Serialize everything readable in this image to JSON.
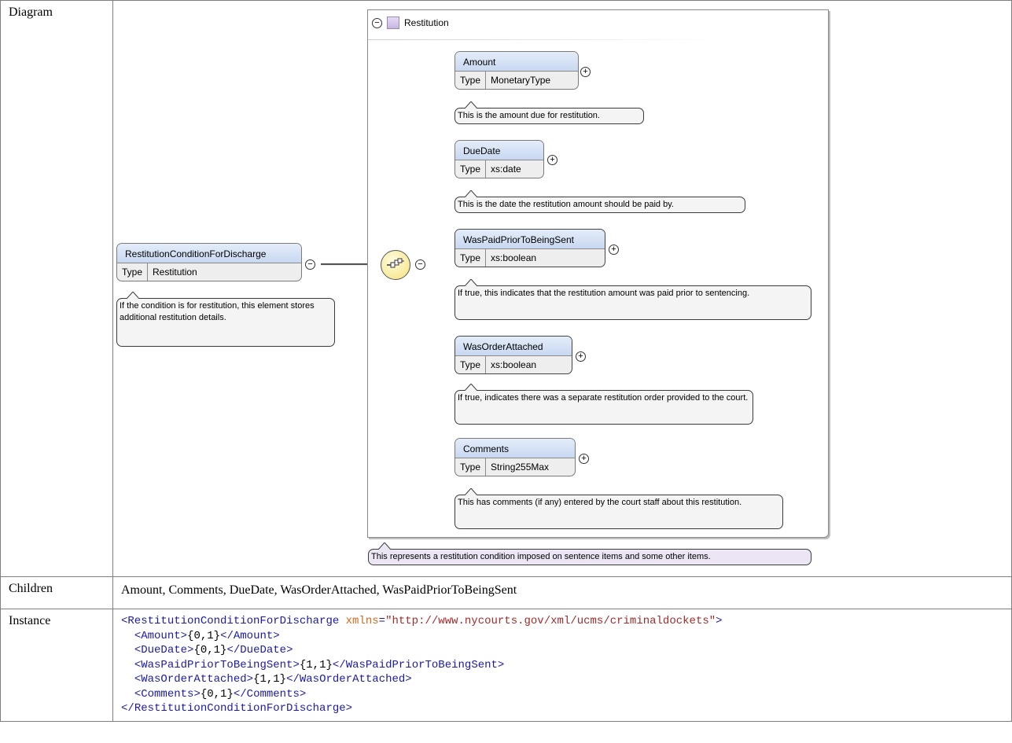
{
  "labels": {
    "diagram": "Diagram",
    "children": "Children",
    "instance": "Instance"
  },
  "diagram": {
    "group_title": "Restitution",
    "root": {
      "name": "RestitutionConditionForDischarge",
      "type_key": "Type",
      "type_value": "Restitution",
      "note": "If the condition is for restitution, this element stores additional restitution details."
    },
    "compositor_icon": "sequence-compositor-icon",
    "elements": [
      {
        "name": "Amount",
        "type_key": "Type",
        "type_value": "MonetaryType",
        "note": "This is the amount due for restitution."
      },
      {
        "name": "DueDate",
        "type_key": "Type",
        "type_value": "xs:date",
        "note": "This is the date the restitution amount should be paid by."
      },
      {
        "name": "WasPaidPriorToBeingSent",
        "type_key": "Type",
        "type_value": "xs:boolean",
        "note": "If true, this indicates that the restitution amount was paid prior to sentencing."
      },
      {
        "name": "WasOrderAttached",
        "type_key": "Type",
        "type_value": "xs:boolean",
        "note": "If true, indicates there was a separate restitution order provided to the court."
      },
      {
        "name": "Comments",
        "type_key": "Type",
        "type_value": "String255Max",
        "note": "This has comments (if any) entered by the court staff about this restitution."
      }
    ],
    "type_note": "This represents a restitution condition imposed on sentence items and some other items.",
    "colors": {
      "element_header": "#c8d8f1",
      "type_note": "#ece6f4",
      "compositor": "#fff4a8"
    }
  },
  "children": "Amount, Comments, DueDate, WasOrderAttached, WasPaidPriorToBeingSent",
  "instance": {
    "open_tag": "RestitutionConditionForDischarge",
    "attr_name": "xmlns",
    "attr_value": "\"http://www.nycourts.gov/xml/ucms/criminaldockets\"",
    "lines": [
      {
        "tag": "Amount",
        "occurs": "{0,1}"
      },
      {
        "tag": "DueDate",
        "occurs": "{0,1}"
      },
      {
        "tag": "WasPaidPriorToBeingSent",
        "occurs": "{1,1}"
      },
      {
        "tag": "WasOrderAttached",
        "occurs": "{1,1}"
      },
      {
        "tag": "Comments",
        "occurs": "{0,1}"
      }
    ]
  }
}
